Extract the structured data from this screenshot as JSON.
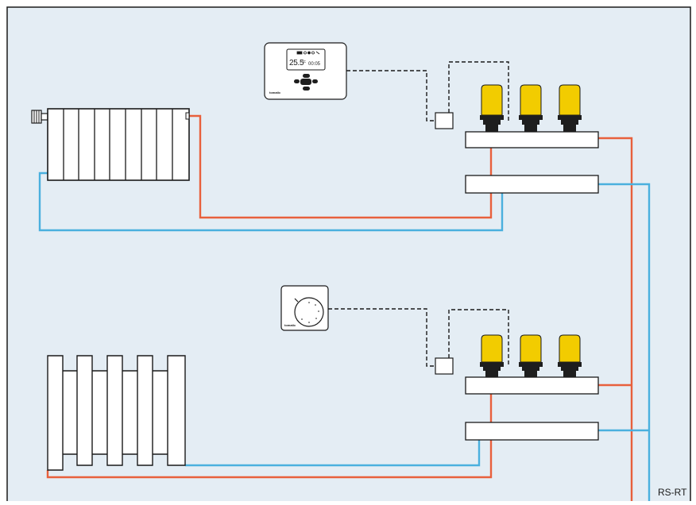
{
  "diagram": {
    "label": "RS-RT",
    "programmable_thermostat": {
      "temperature": "25.5",
      "unit": "°C",
      "time": "00:05",
      "brand": "tomatic"
    },
    "dial_thermostat": {
      "brand": "tomatic"
    },
    "colors": {
      "background": "#e4edf4",
      "frame": "#1a1a1a",
      "supply_pipe": "#e8603c",
      "return_pipe": "#4ab0de",
      "actuator": "#f2cc00",
      "actuator_base": "#1e1e1e",
      "control_wire": "#1a1a1a"
    },
    "icons": [
      "radiator-icon",
      "floor-heating-loop-icon",
      "programmable-thermostat-icon",
      "dial-thermostat-icon",
      "actuator-icon",
      "wiring-box-icon",
      "manifold-icon"
    ]
  }
}
